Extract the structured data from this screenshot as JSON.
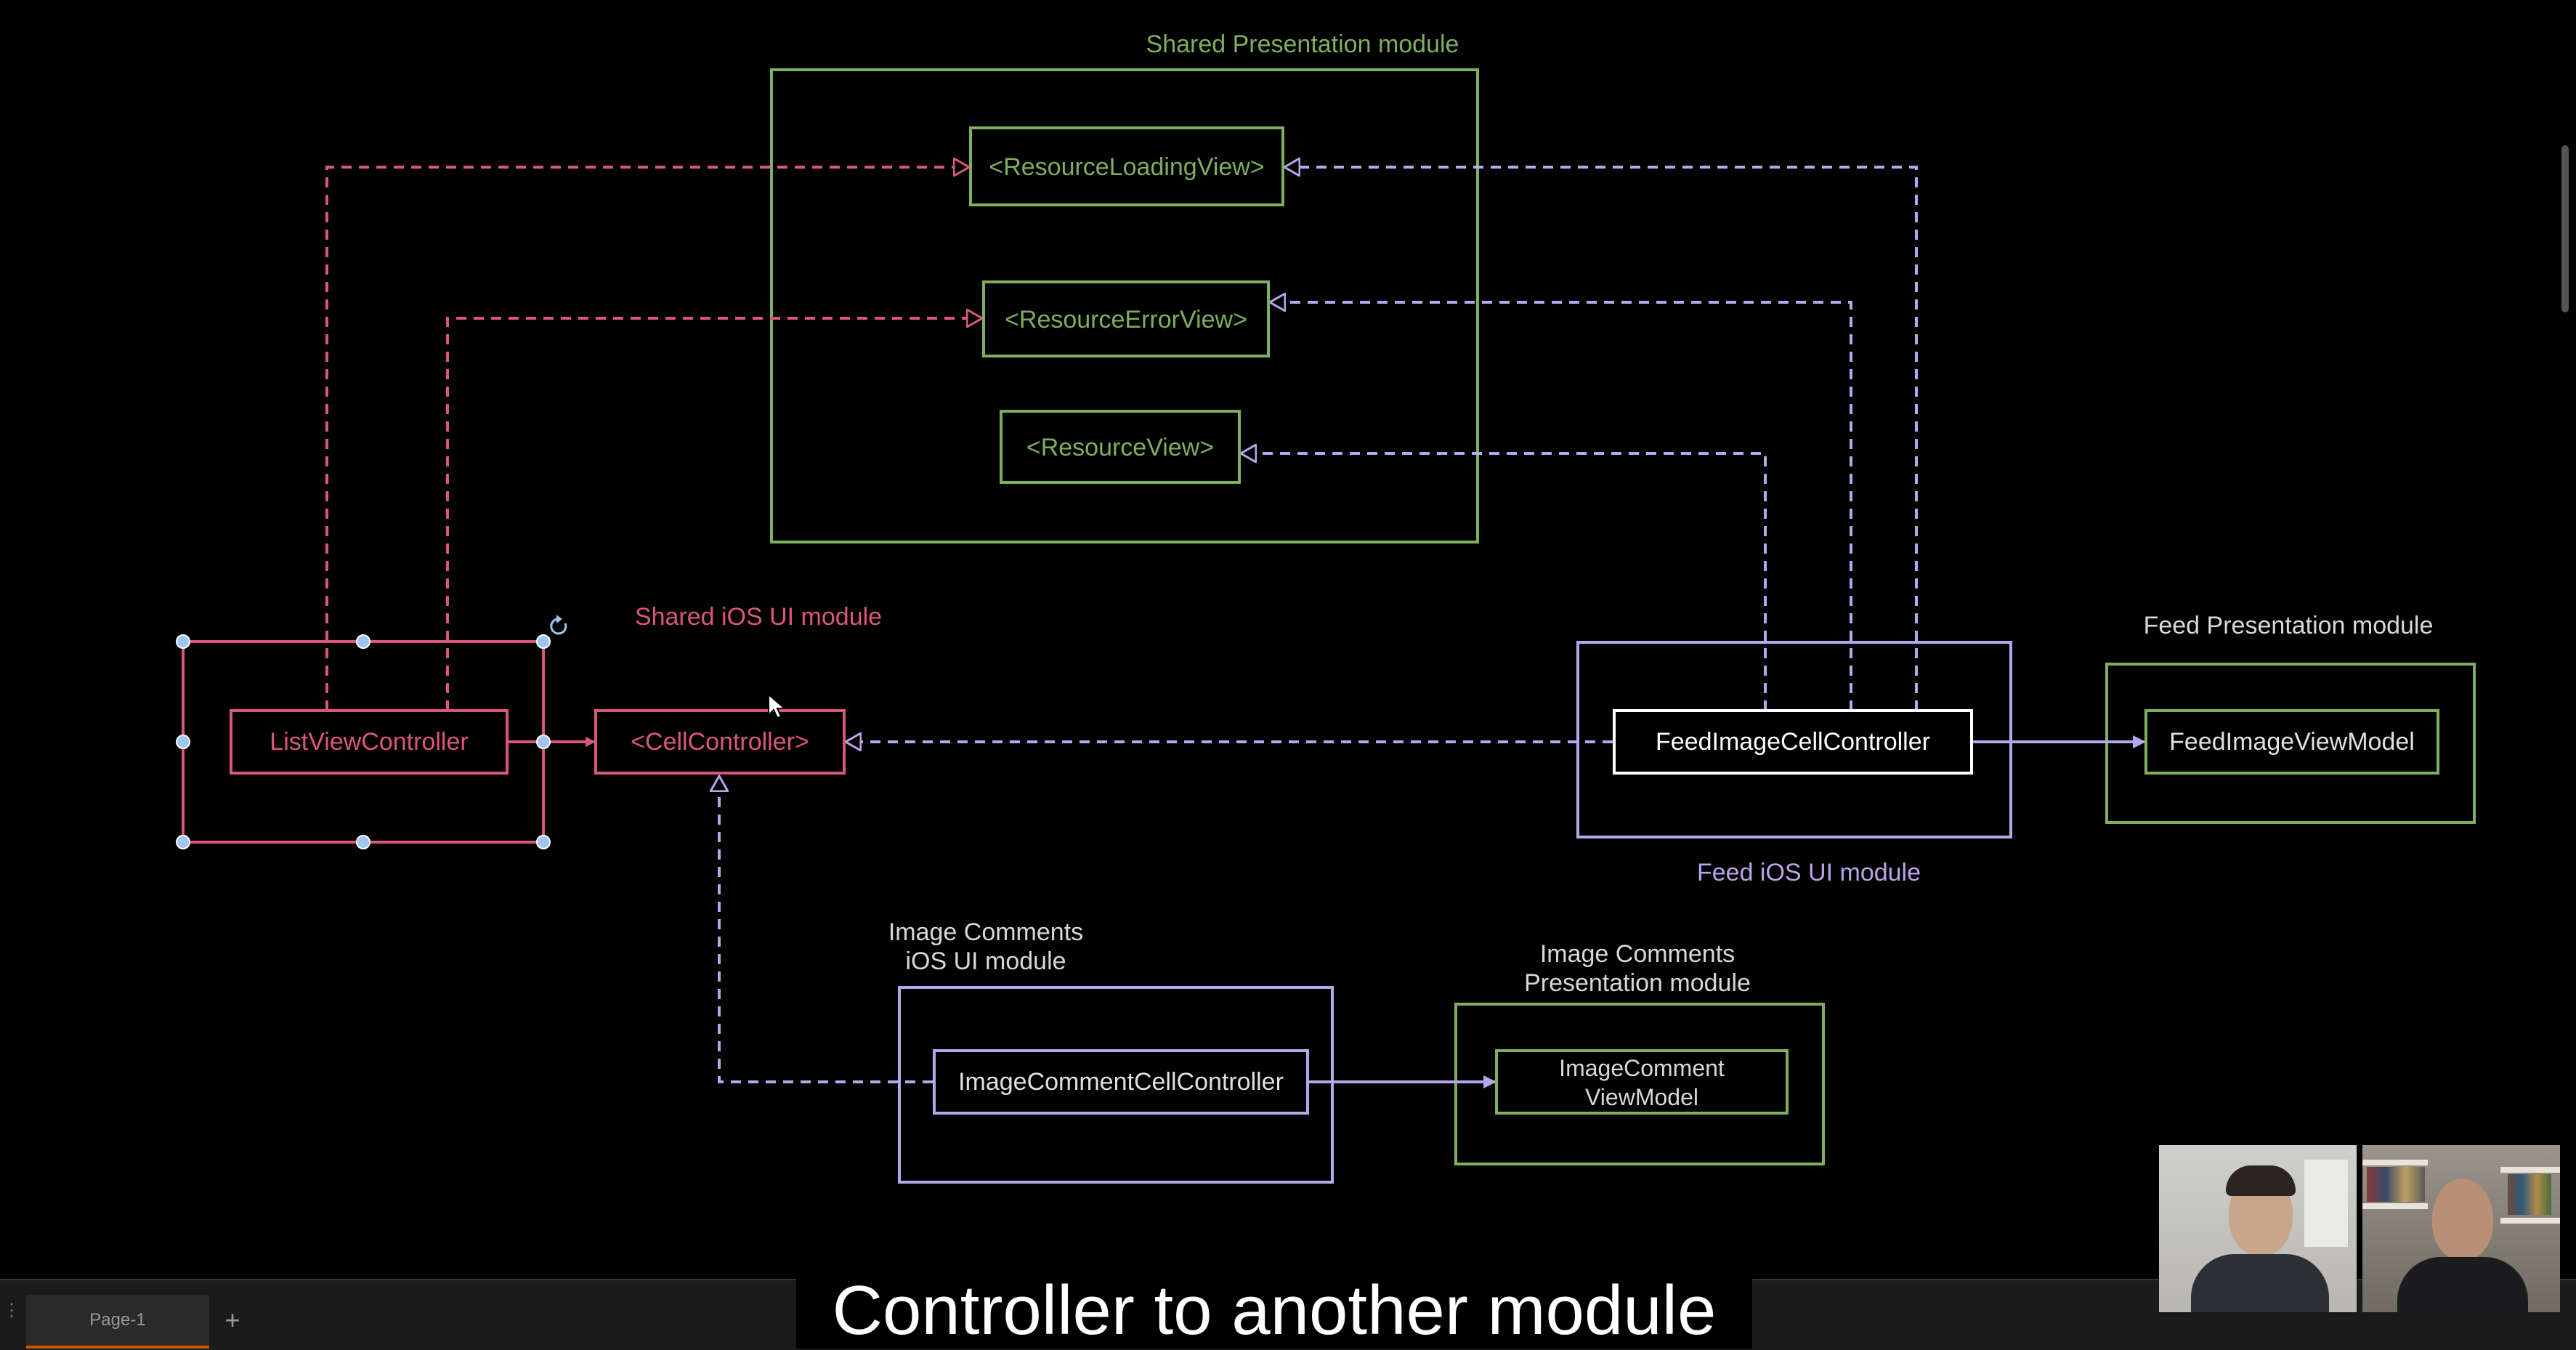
{
  "diagram": {
    "modules": {
      "shared_presentation": "Shared Presentation module",
      "shared_ios_ui": "Shared iOS UI module",
      "feed_presentation": "Feed Presentation module",
      "feed_ios_ui": "Feed iOS UI module",
      "image_comments_ios_ui_line1": "Image Comments",
      "image_comments_ios_ui_line2": "iOS UI module",
      "image_comments_presentation_line1": "Image Comments",
      "image_comments_presentation_line2": "Presentation module"
    },
    "nodes": {
      "resource_loading_view": "<ResourceLoadingView>",
      "resource_error_view": "<ResourceErrorView>",
      "resource_view": "<ResourceView>",
      "list_view_controller": "ListViewController",
      "cell_controller": "<CellController>",
      "feed_image_cell_controller": "FeedImageCellController",
      "feed_image_view_model": "FeedImageViewModel",
      "image_comment_cell_controller": "ImageCommentCellController",
      "image_comment_view_model_line1": "ImageComment",
      "image_comment_view_model_line2": "ViewModel"
    },
    "colors": {
      "green": "#7fae5e",
      "pink": "#d9587a",
      "purple": "#b7a6ea",
      "white": "#ffffff",
      "selection": "#9fc5f0"
    }
  },
  "caption": "Controller to another module",
  "tabs": {
    "page": "Page-1",
    "add": "+"
  },
  "icons": {
    "rotate": "rotate-handle-icon",
    "add": "plus-icon",
    "menu": "grip-icon"
  }
}
